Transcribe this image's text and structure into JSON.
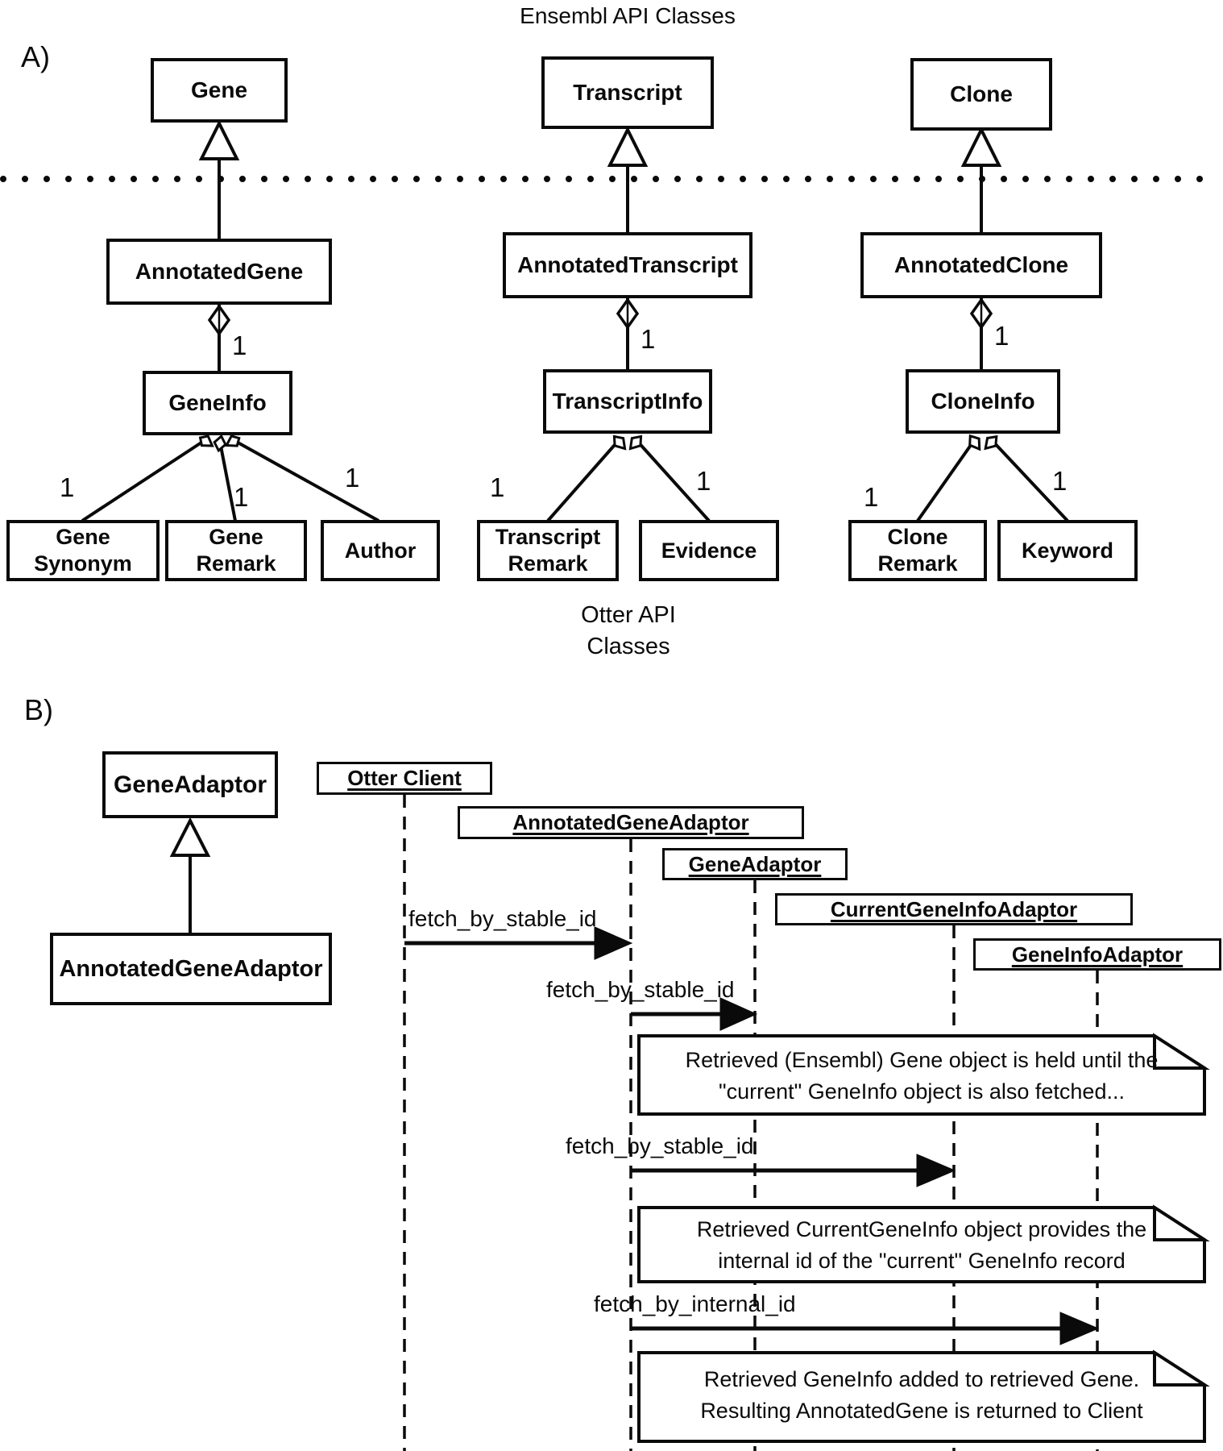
{
  "panel_a": {
    "label": "A)",
    "title": "Ensembl API Classes",
    "footer": {
      "line1": "Otter API",
      "line2": "Classes"
    },
    "multiplicity_label": "1",
    "columns": [
      {
        "ensembl_class": "Gene",
        "annotated_class": "AnnotatedGene",
        "info_class": "GeneInfo",
        "children": [
          {
            "line1": "Gene",
            "line2": "Synonym"
          },
          {
            "line1": "Gene",
            "line2": "Remark"
          },
          {
            "line1": "Author",
            "line2": ""
          }
        ]
      },
      {
        "ensembl_class": "Transcript",
        "annotated_class": "AnnotatedTranscript",
        "info_class": "TranscriptInfo",
        "children": [
          {
            "line1": "Transcript",
            "line2": "Remark"
          },
          {
            "line1": "Evidence",
            "line2": ""
          }
        ]
      },
      {
        "ensembl_class": "Clone",
        "annotated_class": "AnnotatedClone",
        "info_class": "CloneInfo",
        "children": [
          {
            "line1": "Clone",
            "line2": "Remark"
          },
          {
            "line1": "Keyword",
            "line2": ""
          }
        ]
      }
    ]
  },
  "panel_b": {
    "label": "B)",
    "inheritance": {
      "parent": "GeneAdaptor",
      "child": "AnnotatedGeneAdaptor"
    },
    "lifelines": [
      {
        "name": "Otter Client"
      },
      {
        "name": "AnnotatedGeneAdaptor"
      },
      {
        "name": "GeneAdaptor"
      },
      {
        "name": "CurrentGeneInfoAdaptor"
      },
      {
        "name": "GeneInfoAdaptor"
      }
    ],
    "messages": [
      {
        "label": "fetch_by_stable_id"
      },
      {
        "label": "fetch_by_stable_id"
      },
      {
        "label": "fetch_by_stable_id"
      },
      {
        "label": "fetch_by_internal_id"
      }
    ],
    "notes": [
      {
        "line1": "Retrieved (Ensembl) Gene object is held until the",
        "line2": "\"current\" GeneInfo object is also fetched..."
      },
      {
        "line1": "Retrieved CurrentGeneInfo object provides the",
        "line2": "internal id of the \"current\" GeneInfo record"
      },
      {
        "line1": "Retrieved GeneInfo added to retrieved Gene.",
        "line2": "Resulting AnnotatedGene is returned to Client"
      }
    ]
  },
  "colors": {
    "ink": "#0a0a0a",
    "paper": "#ffffff"
  }
}
